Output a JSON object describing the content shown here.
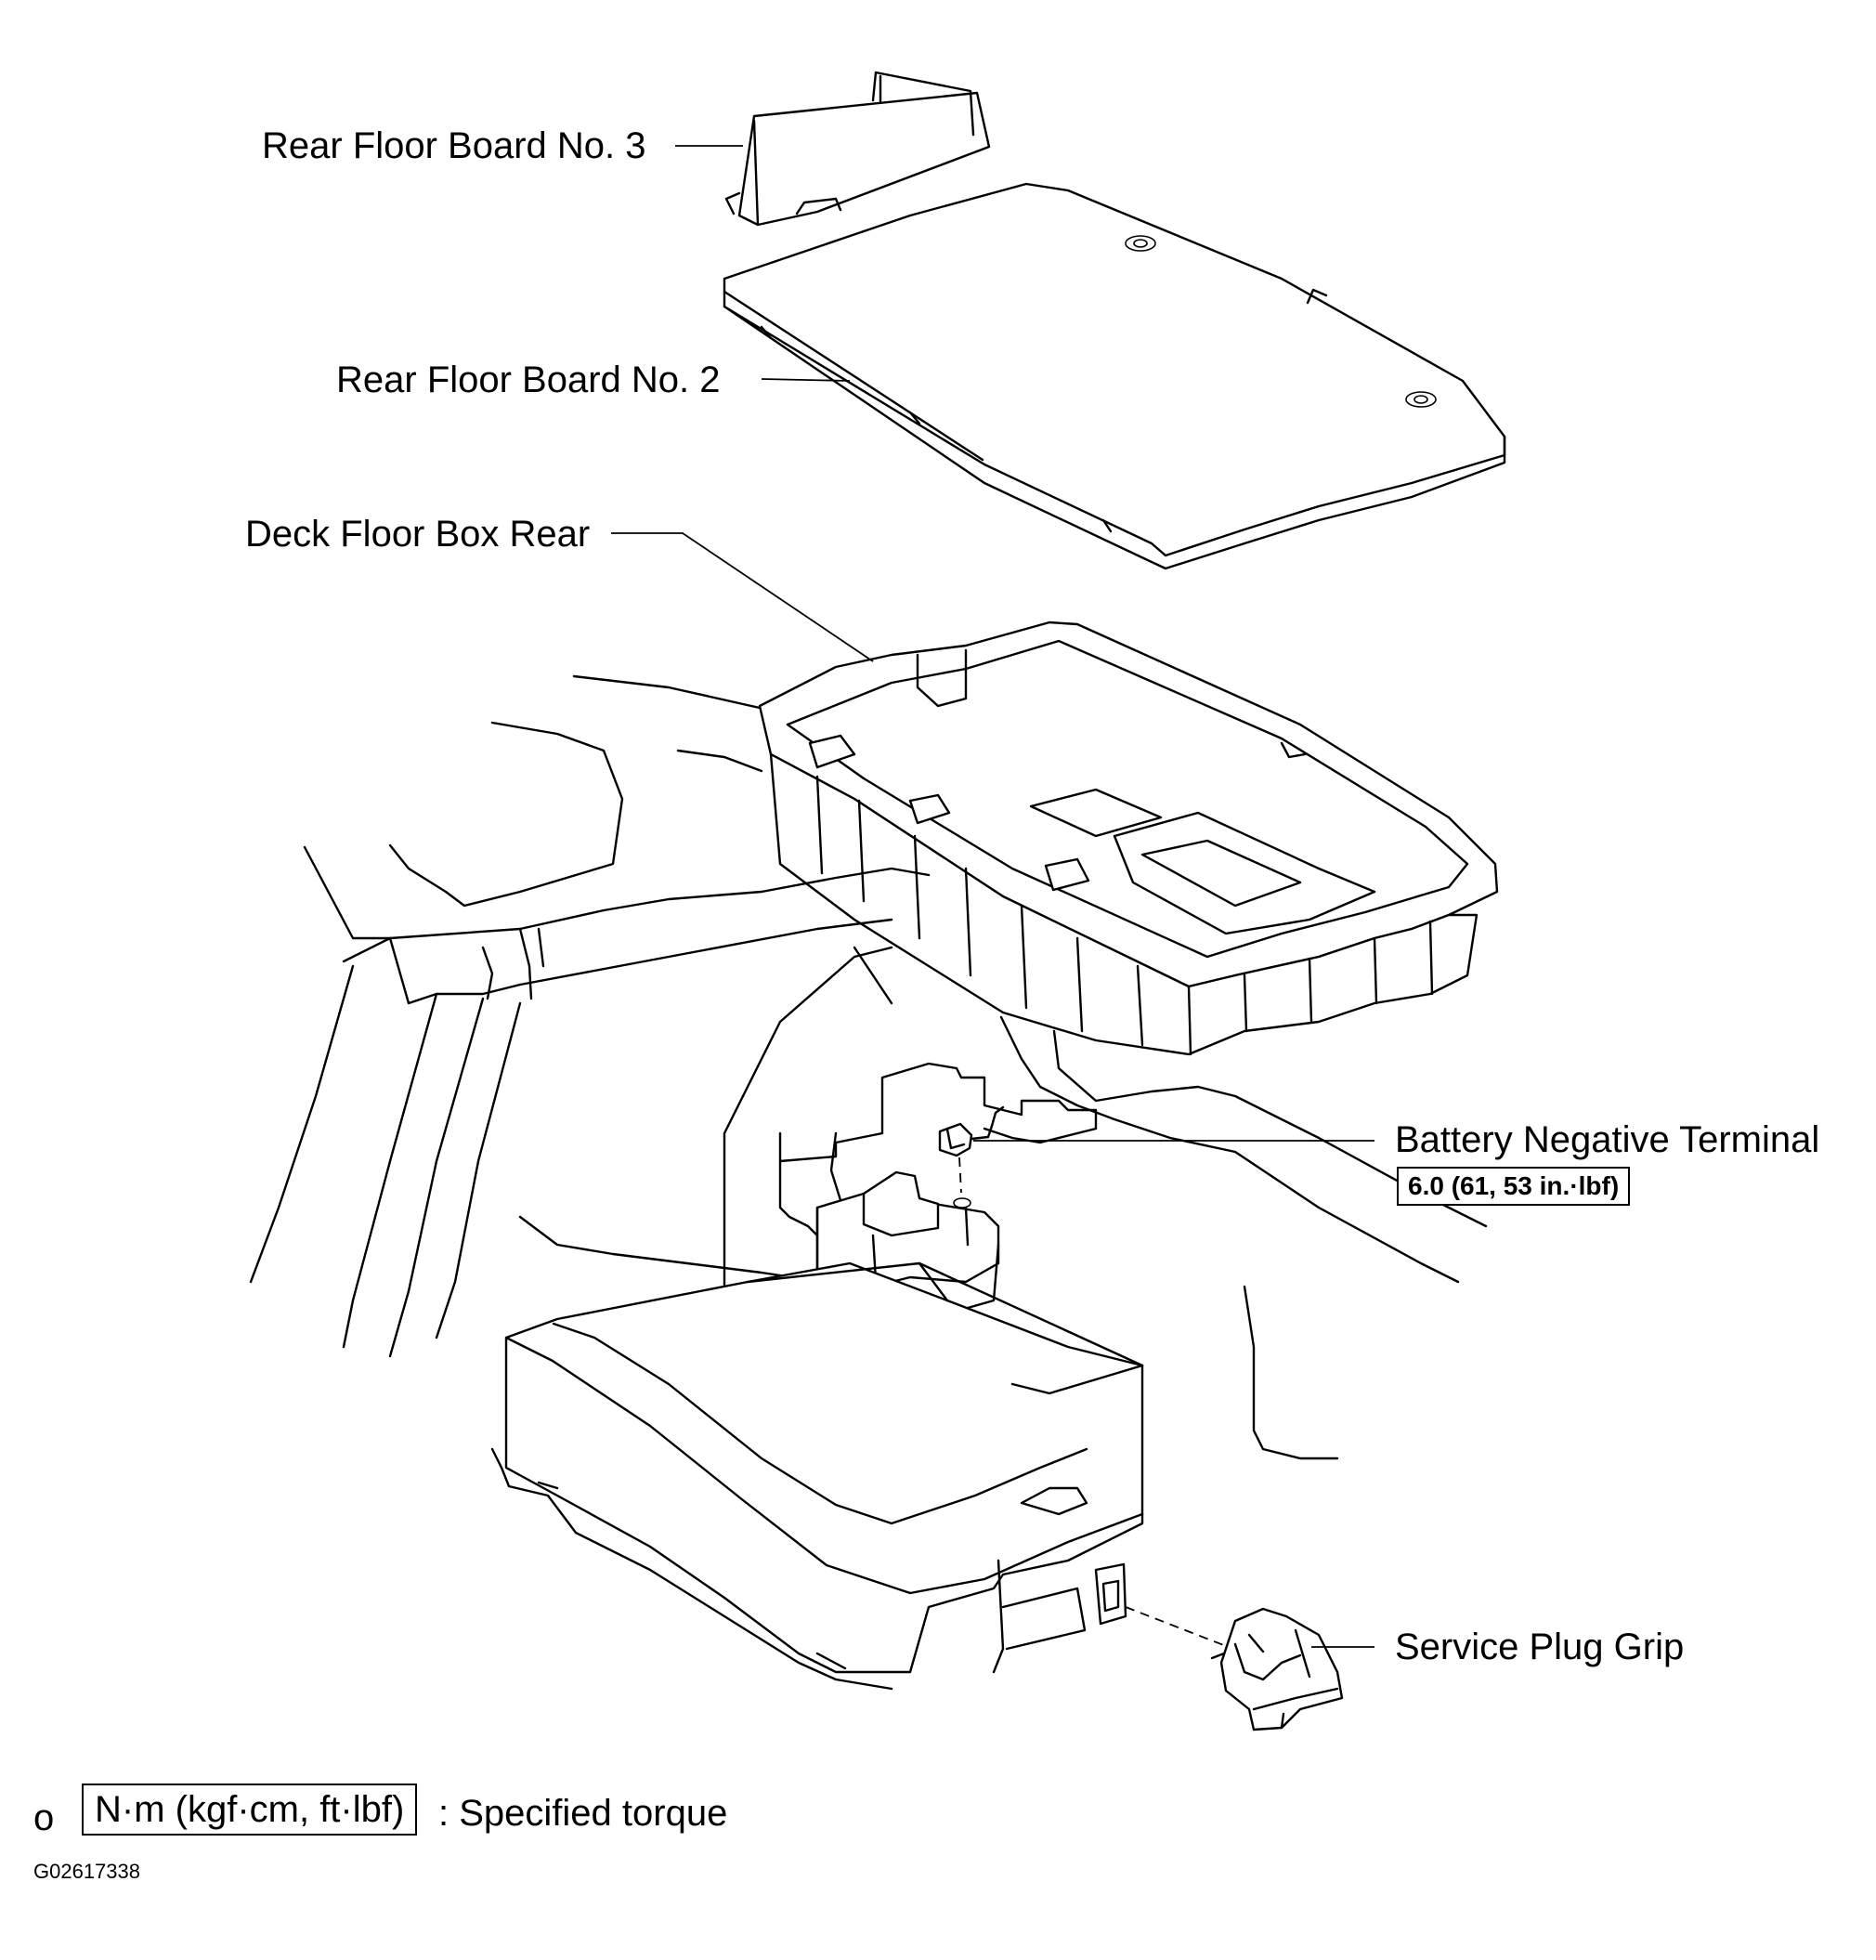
{
  "labels": {
    "rear_floor_board_3": "Rear Floor Board No. 3",
    "rear_floor_board_2": "Rear Floor Board No. 2",
    "deck_floor_box_rear": "Deck Floor Box Rear",
    "battery_negative_terminal": "Battery Negative Terminal",
    "service_plug_grip": "Service Plug Grip"
  },
  "torque": {
    "battery_negative_terminal": "6.0 (61, 53 in.·lbf)"
  },
  "legend": {
    "symbol": "o",
    "box_text": "N·m (kgf·cm, ft·lbf)",
    "description": ": Specified torque"
  },
  "figure_code": "G02617338"
}
